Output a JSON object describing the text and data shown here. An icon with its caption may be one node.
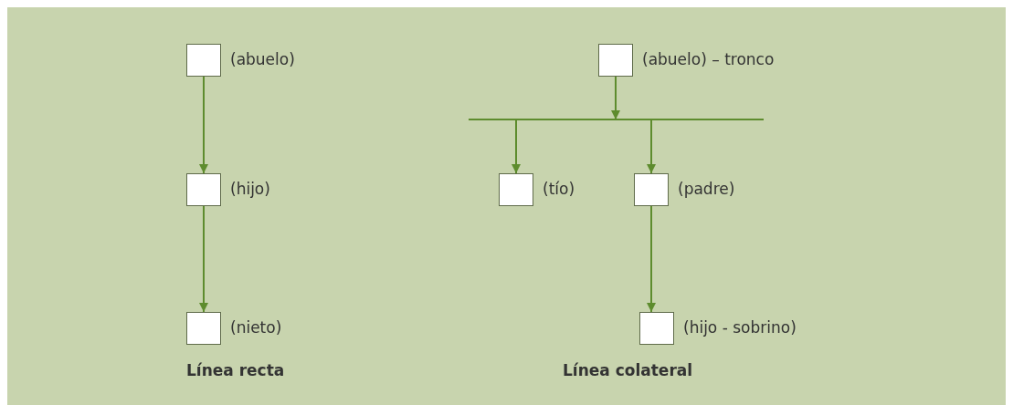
{
  "diagram": {
    "nodes": [
      {
        "text": [],
        "shape": "box",
        "beside": [
          "(abuelo)"
        ]
      },
      {
        "text": [],
        "shape": "box",
        "beside": [
          "(hijo)"
        ]
      },
      {
        "text": [],
        "shape": "box",
        "beside": [
          "(nieto)"
        ]
      },
      {
        "text": [],
        "shape": "box",
        "beside": [
          "(abuelo) – tronco"
        ]
      },
      {
        "text": [],
        "shape": "box",
        "beside": [
          "(tío)"
        ]
      },
      {
        "text": [],
        "shape": "box",
        "beside": [
          "(padre)"
        ]
      },
      {
        "text": [],
        "shape": "box",
        "beside": [
          "(hijo - sobrino)"
        ]
      }
    ],
    "edges": [
      {
        "from": 0,
        "to": 1,
        "arrow": "to"
      },
      {
        "from": 1,
        "to": 2,
        "arrow": "to"
      },
      {
        "from": 3,
        "to": 4,
        "arrow": "to"
      },
      {
        "from": 3,
        "to": 5,
        "arrow": "to"
      },
      {
        "from": 5,
        "to": 6,
        "arrow": "to"
      }
    ],
    "labels": [
      "Línea recta",
      "Línea colateral"
    ]
  }
}
